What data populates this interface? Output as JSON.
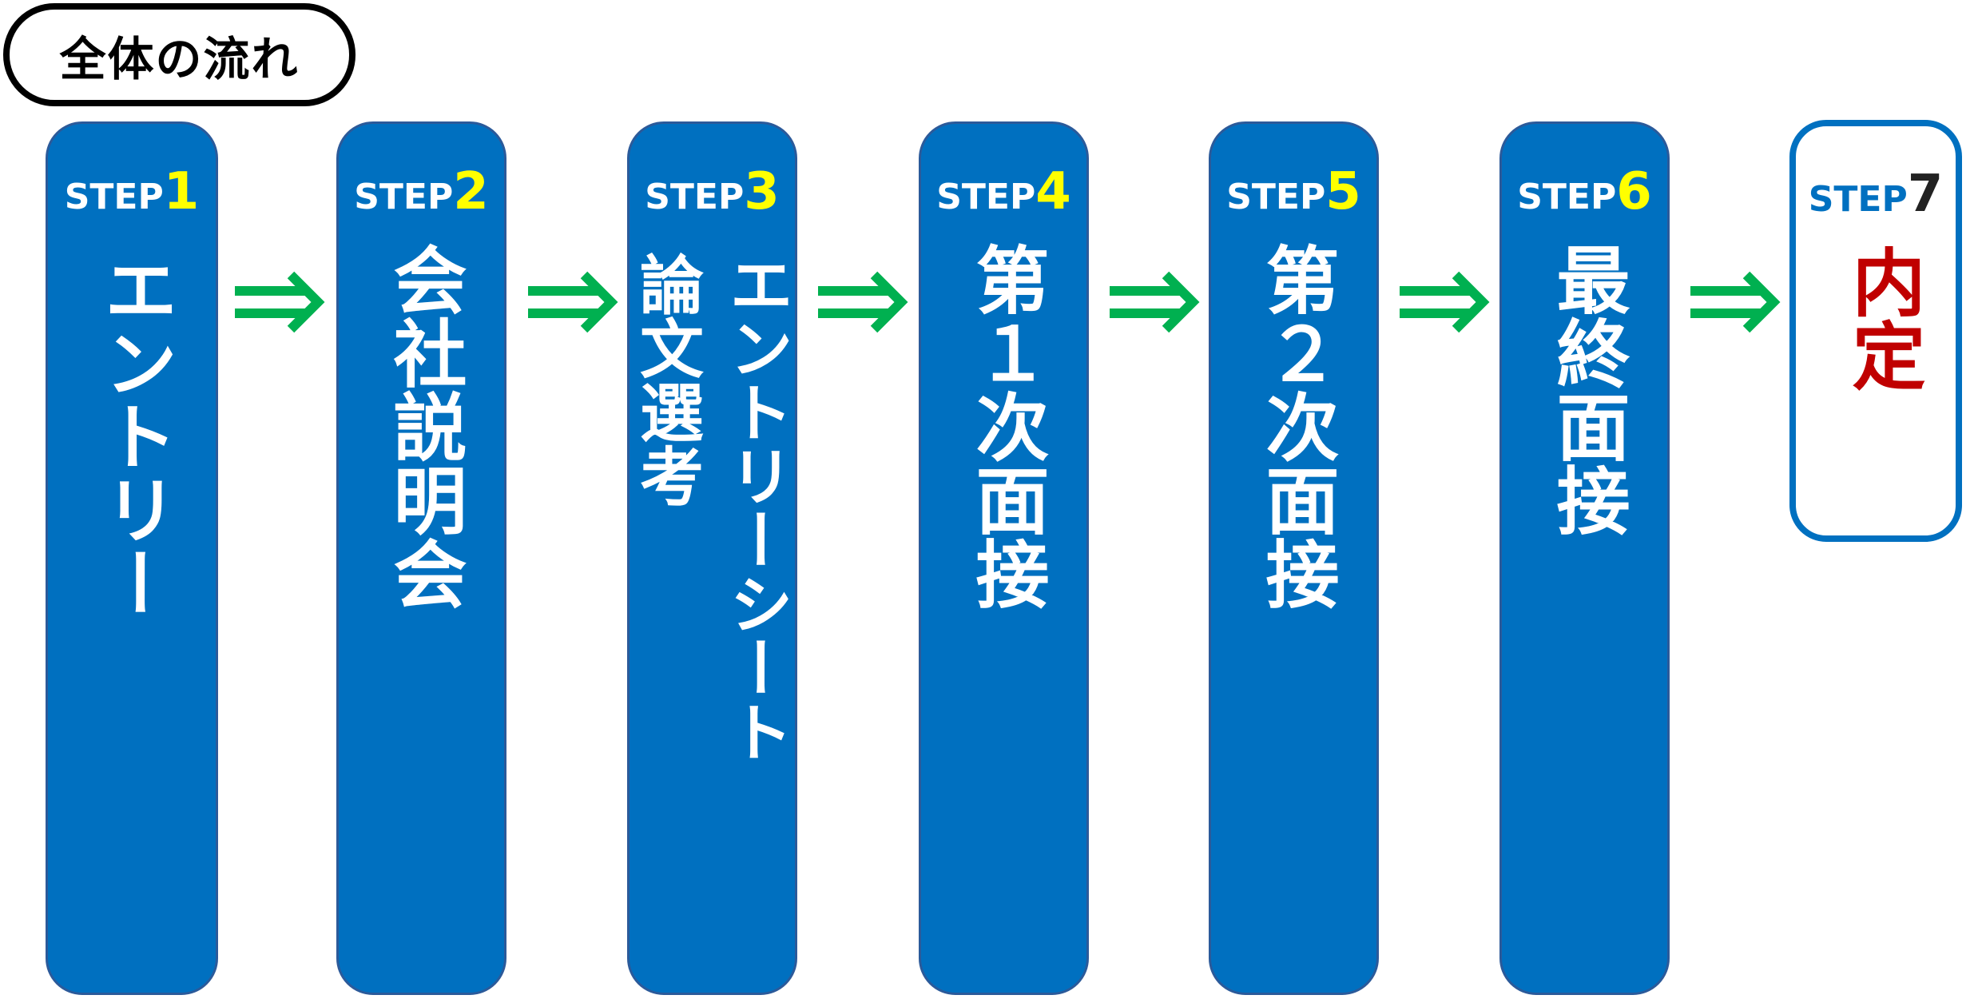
{
  "title": "全体の流れ",
  "step_label": "STEP",
  "steps": [
    {
      "num": "1",
      "text": "エントリー"
    },
    {
      "num": "2",
      "text": "会社説明会"
    },
    {
      "num": "3",
      "text": "エントリーシート",
      "text2": "論文選考"
    },
    {
      "num": "4",
      "text": "第１次面接"
    },
    {
      "num": "5",
      "text": "第２次面接"
    },
    {
      "num": "6",
      "text": "最終面接"
    },
    {
      "num": "7",
      "text": "内定"
    }
  ],
  "arrow_symbol": "⇒",
  "colors": {
    "step_fill": "#0070c0",
    "step_number": "#ffff00",
    "arrow": "#00b050",
    "final_text": "#c00000",
    "final_number": "#222222"
  }
}
